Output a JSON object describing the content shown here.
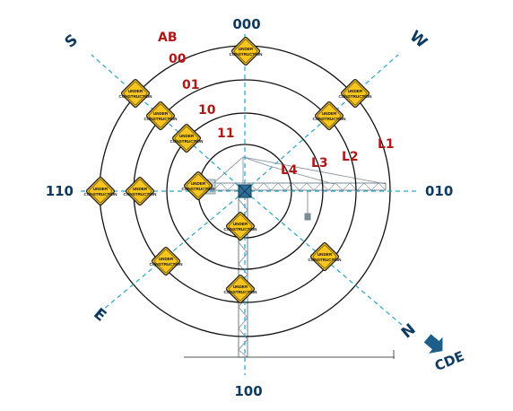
{
  "axis_labels": {
    "top": "000",
    "right": "010",
    "bottom": "100",
    "left": "110",
    "nw": "S",
    "ne": "W",
    "sw": "E",
    "se": "N",
    "se_outer": "CDE"
  },
  "header_label": "AB",
  "ring_codes": [
    "00",
    "01",
    "10",
    "11"
  ],
  "level_labels": [
    "L1",
    "L2",
    "L3",
    "L4"
  ],
  "sign": {
    "line1": "UNDER",
    "line2": "CONSTRUCTION"
  },
  "colors": {
    "ring": "#111111",
    "dashed": "#2aa3c4",
    "axis_text": "#0f3a5f",
    "code_text": "#b01818",
    "sign_fill": "#f7c51e",
    "sign_border": "#1a1a1a",
    "crane": "#7b8a96"
  }
}
